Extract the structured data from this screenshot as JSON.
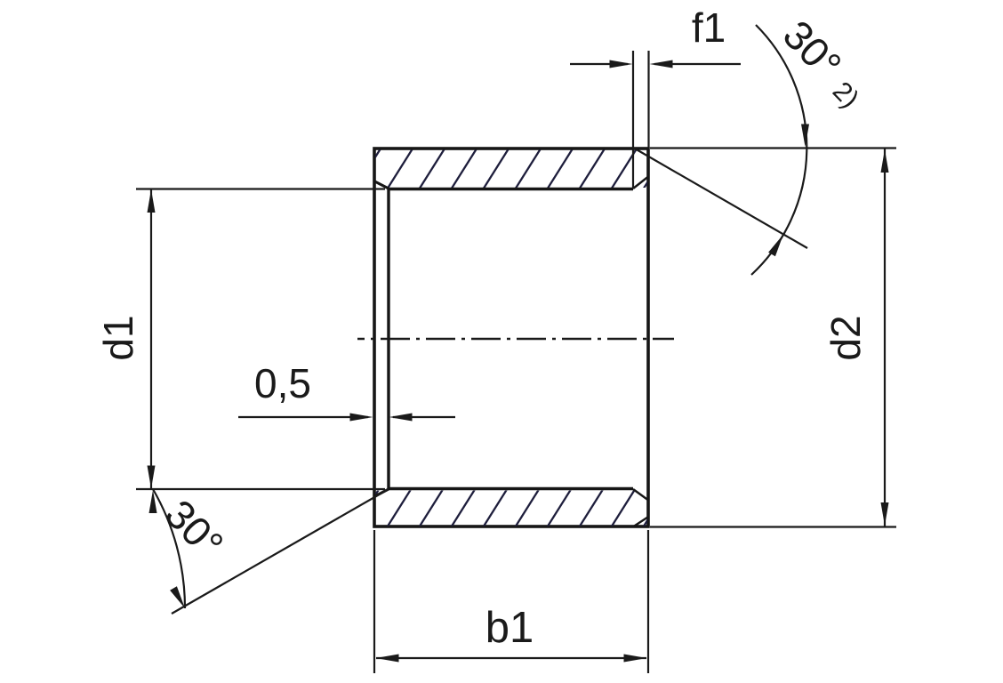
{
  "drawing": {
    "labels": {
      "inner_diameter": "d1",
      "outer_diameter": "d2",
      "bearing_length": "b1",
      "chamfer_length": "f1",
      "chamfer_depth": "0,5",
      "chamfer_angle_top": "30°",
      "chamfer_angle_top_note": "2)",
      "chamfer_angle_bottom": "30°"
    },
    "colors": {
      "line": "#1a1a1a",
      "outline": "#161616",
      "hatch": "#1e1e3c",
      "background": "#ffffff"
    }
  }
}
